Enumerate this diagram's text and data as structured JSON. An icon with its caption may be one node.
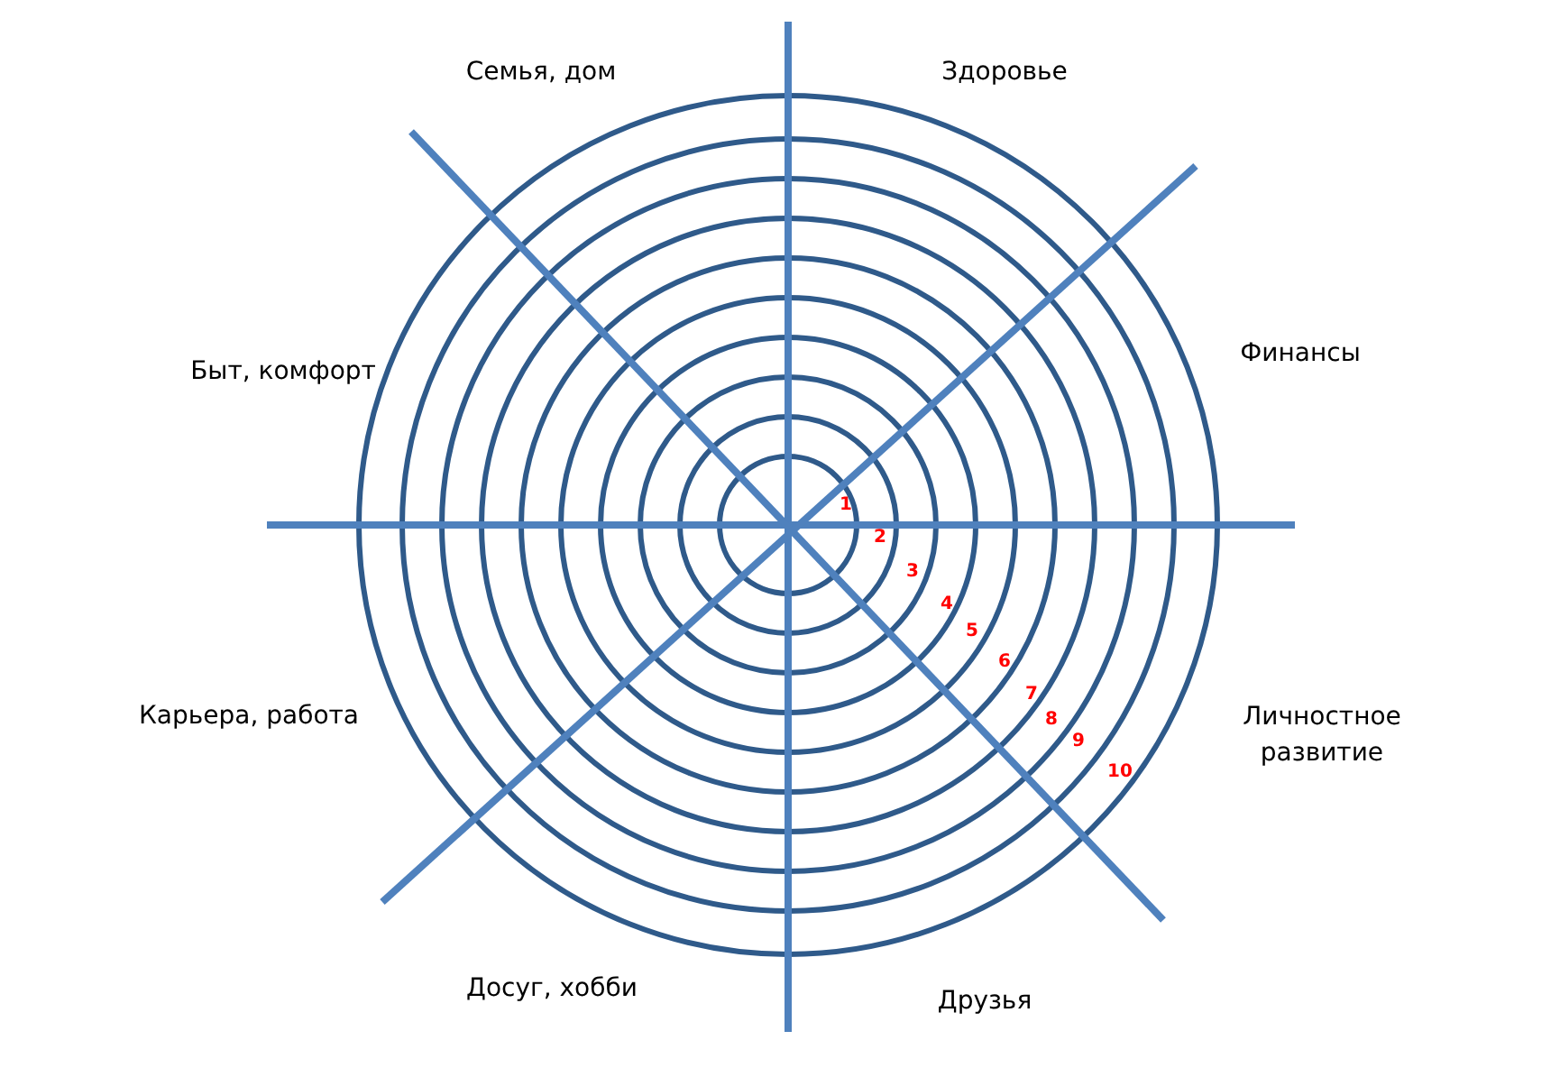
{
  "diagram": {
    "labels": [
      "Семья, дом",
      "Здоровье",
      "Быт, комфорт",
      "Финансы",
      "1",
      "2",
      "3",
      "4",
      "5",
      "6",
      "7",
      "8",
      "9",
      "10",
      "Карьера, работа",
      "Личностное развитие",
      "Досуг, хобби",
      "Друзья"
    ]
  }
}
